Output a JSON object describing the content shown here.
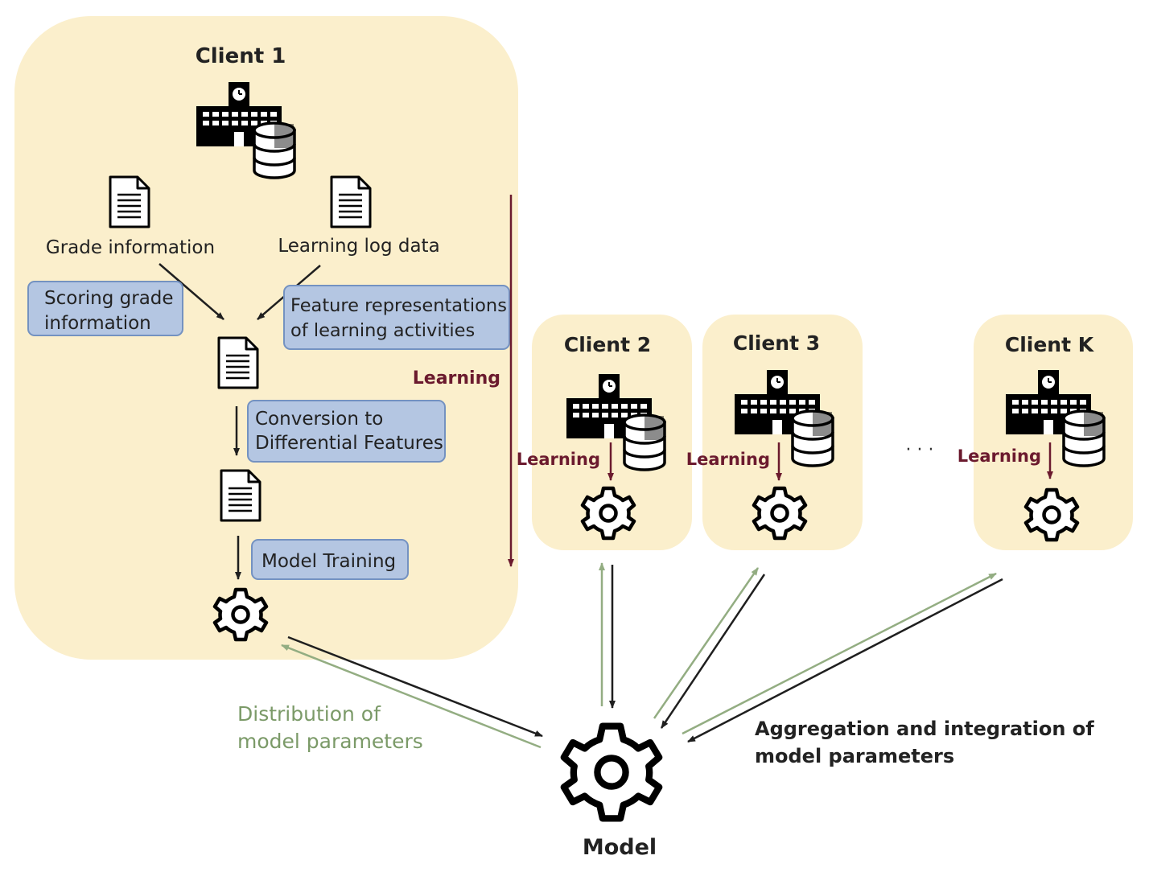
{
  "client1": {
    "title": "Client 1",
    "doc1_label": "Grade information",
    "doc2_label": "Learning log data",
    "scoring_box": [
      "Scoring grade",
      "information"
    ],
    "feature_box": [
      "Feature representations",
      "of learning activities"
    ],
    "conversion_box": [
      "Conversion to",
      "Differential Features"
    ],
    "training_box": "Model Training",
    "learning_label": "Learning"
  },
  "clients": [
    {
      "title": "Client 2",
      "learning_label": "Learning"
    },
    {
      "title": "Client 3",
      "learning_label": "Learning"
    },
    {
      "title": "Client K",
      "learning_label": "Learning"
    }
  ],
  "ellipsis": "· · ·",
  "distribution_label": [
    "Distribution of",
    "model parameters"
  ],
  "aggregation_label": [
    "Aggregation and integration of",
    "model parameters"
  ],
  "model_label": "Model",
  "colors": {
    "client_bg": "#fbefcc",
    "box_fill": "#b4c6e2",
    "box_border": "#7492c1",
    "learning_color": "#6b1a2e",
    "distribution_color": "#7b9a68",
    "dark": "#1f1f1f"
  }
}
